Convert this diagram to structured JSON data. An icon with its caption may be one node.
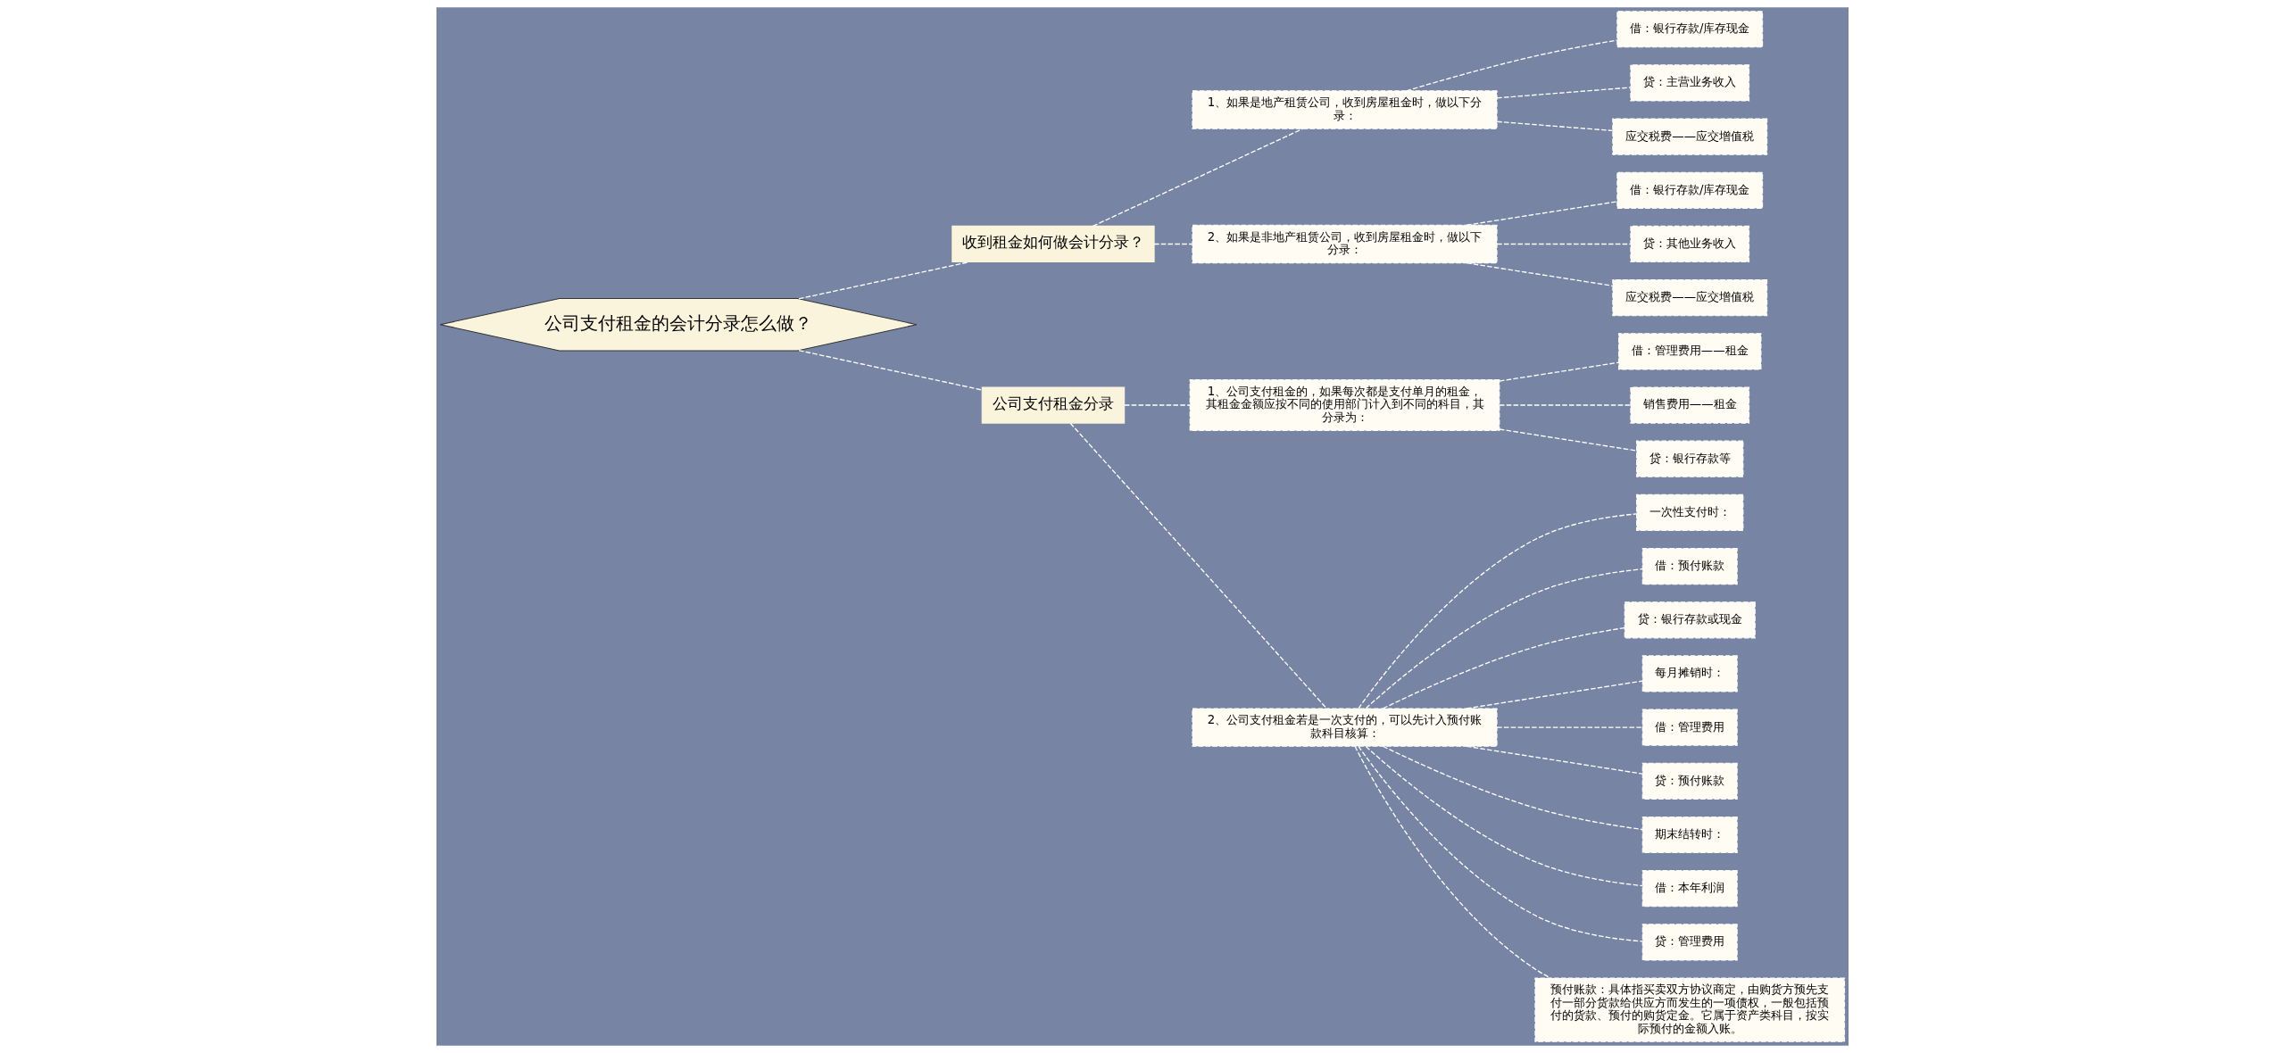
{
  "diagram": {
    "nodes": [
      {
        "text": [
          "公司支付租金的会计分录怎么做？"
        ]
      },
      {
        "text": [
          "收到租金如何做会计分录？"
        ]
      },
      {
        "text": [
          "1、如果是地产租赁公司，收到房屋租金时，做以下分录："
        ]
      },
      {
        "text": [
          "借：银行存款/库存现金"
        ]
      },
      {
        "text": [
          "贷：主营业务收入"
        ]
      },
      {
        "text": [
          "应交税费——应交增值税"
        ]
      },
      {
        "text": [
          "2、如果是非地产租赁公司，收到房屋租金时，做以下分录："
        ]
      },
      {
        "text": [
          "借：银行存款/库存现金"
        ]
      },
      {
        "text": [
          "贷：其他业务收入"
        ]
      },
      {
        "text": [
          "应交税费——应交增值税"
        ]
      },
      {
        "text": [
          "公司支付租金分录"
        ]
      },
      {
        "text": [
          "1、公司支付租金的，如果每次都是支付单月的租金，其租金金额应按不同的使用部门计入到不同的科目，其分录为："
        ]
      },
      {
        "text": [
          "借：管理费用——租金"
        ]
      },
      {
        "text": [
          "销售费用——租金"
        ]
      },
      {
        "text": [
          "贷：银行存款等"
        ]
      },
      {
        "text": [
          "2、公司支付租金若是一次支付的，可以先计入预付账款科目核算："
        ]
      },
      {
        "text": [
          "一次性支付时："
        ]
      },
      {
        "text": [
          "借：预付账款"
        ]
      },
      {
        "text": [
          "贷：银行存款或现金"
        ]
      },
      {
        "text": [
          "每月摊销时："
        ]
      },
      {
        "text": [
          "借：管理费用"
        ]
      },
      {
        "text": [
          "贷：预付账款"
        ]
      },
      {
        "text": [
          "期末结转时："
        ]
      },
      {
        "text": [
          "借：本年利润"
        ]
      },
      {
        "text": [
          "贷：管理费用"
        ]
      },
      {
        "text": [
          "预付账款：具体指买卖双方协议商定，由购货方预先支付一部分货款给供应方而发生的一项债权，一般包括预付的货款、预付的购货定金。它属于资产类科目，按实际预付的金额入账。"
        ]
      }
    ],
    "edges": [
      {
        "from": 0,
        "to": 1,
        "arrow": "none",
        "style": "dashed"
      },
      {
        "from": 1,
        "to": 2,
        "arrow": "none",
        "style": "dashed"
      },
      {
        "from": 2,
        "to": 3,
        "arrow": "none",
        "style": "dashed"
      },
      {
        "from": 2,
        "to": 4,
        "arrow": "none",
        "style": "dashed"
      },
      {
        "from": 2,
        "to": 5,
        "arrow": "none",
        "style": "dashed"
      },
      {
        "from": 1,
        "to": 6,
        "arrow": "none",
        "style": "dashed"
      },
      {
        "from": 6,
        "to": 7,
        "arrow": "none",
        "style": "dashed"
      },
      {
        "from": 6,
        "to": 8,
        "arrow": "none",
        "style": "dashed"
      },
      {
        "from": 6,
        "to": 9,
        "arrow": "none",
        "style": "dashed"
      },
      {
        "from": 0,
        "to": 10,
        "arrow": "none",
        "style": "dashed"
      },
      {
        "from": 10,
        "to": 11,
        "arrow": "none",
        "style": "dashed"
      },
      {
        "from": 11,
        "to": 12,
        "arrow": "none",
        "style": "dashed"
      },
      {
        "from": 11,
        "to": 13,
        "arrow": "none",
        "style": "dashed"
      },
      {
        "from": 11,
        "to": 14,
        "arrow": "none",
        "style": "dashed"
      },
      {
        "from": 10,
        "to": 15,
        "arrow": "none",
        "style": "dashed"
      },
      {
        "from": 15,
        "to": 16,
        "arrow": "none",
        "style": "dashed"
      },
      {
        "from": 15,
        "to": 17,
        "arrow": "none",
        "style": "dashed"
      },
      {
        "from": 15,
        "to": 18,
        "arrow": "none",
        "style": "dashed"
      },
      {
        "from": 15,
        "to": 19,
        "arrow": "none",
        "style": "dashed"
      },
      {
        "from": 15,
        "to": 20,
        "arrow": "none",
        "style": "dashed"
      },
      {
        "from": 15,
        "to": 21,
        "arrow": "none",
        "style": "dashed"
      },
      {
        "from": 15,
        "to": 22,
        "arrow": "none",
        "style": "dashed"
      },
      {
        "from": 15,
        "to": 23,
        "arrow": "none",
        "style": "dashed"
      },
      {
        "from": 15,
        "to": 24,
        "arrow": "none",
        "style": "dashed"
      },
      {
        "from": 15,
        "to": 25,
        "arrow": "none",
        "style": "dashed"
      }
    ]
  }
}
